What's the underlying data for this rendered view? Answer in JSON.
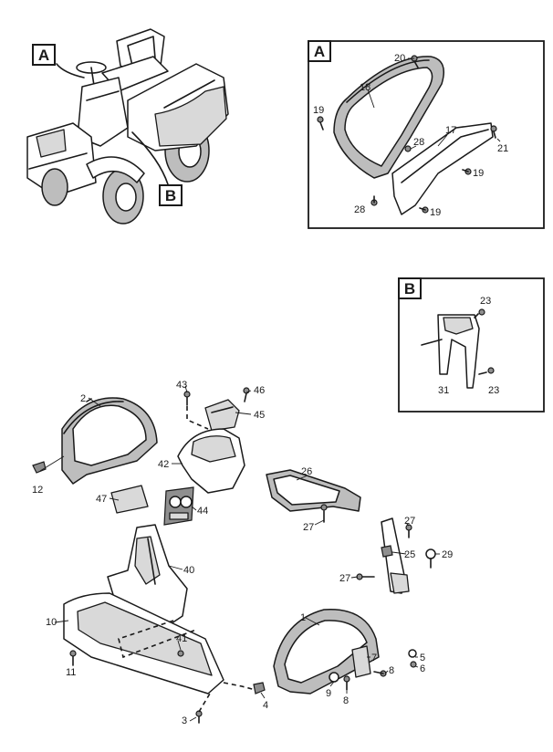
{
  "callouts": {
    "A": "A",
    "B": "B"
  },
  "detail_a": {
    "tag": "A",
    "labels": [
      "20",
      "18",
      "19",
      "17",
      "28",
      "21",
      "19",
      "28",
      "19"
    ]
  },
  "detail_b": {
    "tag": "B",
    "labels": [
      "23",
      "31",
      "23"
    ]
  },
  "parts": {
    "labels": [
      "2",
      "43",
      "46",
      "45",
      "42",
      "12",
      "47",
      "44",
      "26",
      "27",
      "40",
      "27",
      "25",
      "29",
      "27",
      "1",
      "10",
      "41",
      "11",
      "7",
      "5",
      "6",
      "8",
      "9",
      "8",
      "4",
      "3"
    ]
  }
}
